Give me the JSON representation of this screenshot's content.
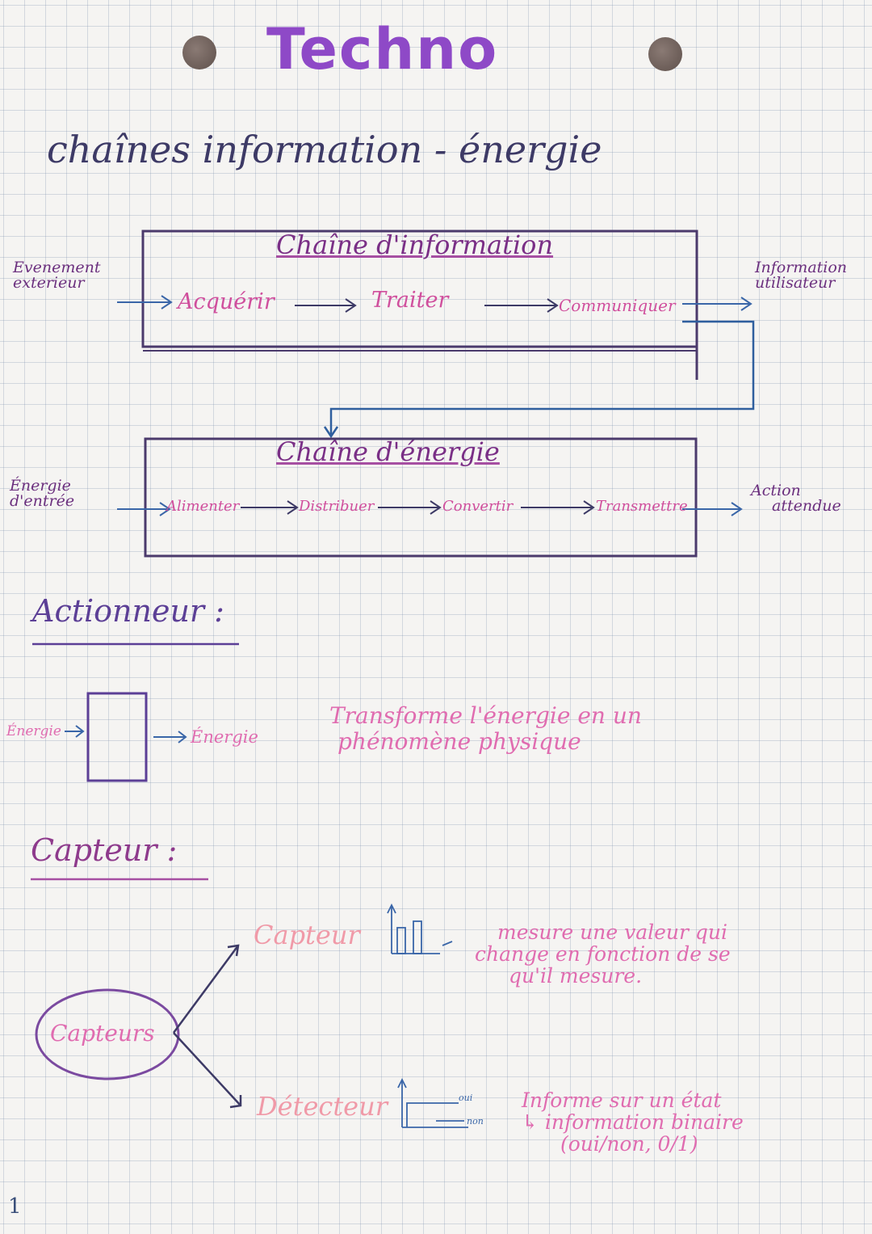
{
  "header": {
    "title": "Techno",
    "subtitle": "chaînes information - énergie"
  },
  "info_chain": {
    "title": "Chaîne d'information",
    "input": [
      "Evenement",
      "exterieur"
    ],
    "steps": [
      "Acquérir",
      "Traiter",
      "Communiquer"
    ],
    "output": [
      "Information",
      "utilisateur"
    ]
  },
  "energy_chain": {
    "title": "Chaîne d'énergie",
    "input": [
      "Énergie",
      "d'entrée"
    ],
    "steps": [
      "Alimenter",
      "Distribuer",
      "Convertir",
      "Transmettre"
    ],
    "output": [
      "Action",
      "attendue"
    ]
  },
  "actionneur": {
    "heading": "Actionneur :",
    "input": "Énergie",
    "output": "Énergie",
    "description": [
      "Transforme l'énergie en un",
      "phénomène physique"
    ]
  },
  "capteur": {
    "heading": "Capteur :",
    "root": "Capteurs",
    "branch1": {
      "label": "Capteur",
      "description": [
        "mesure une valeur qui",
        "change en fonction de se",
        "qu'il mesure."
      ]
    },
    "branch2": {
      "label": "Détecteur",
      "graph_labels": [
        "oui",
        "non"
      ],
      "description": [
        "Informe sur un état",
        "↳ information binaire",
        "(oui/non, 0/1)"
      ]
    }
  },
  "page_number": "1",
  "colors": {
    "title_purple": "#8e49c7",
    "ink_navy": "#3d3a66",
    "ink_pink": "#d04f9d",
    "ink_blue": "#2f5f9e",
    "ink_purple": "#5c3f96"
  }
}
